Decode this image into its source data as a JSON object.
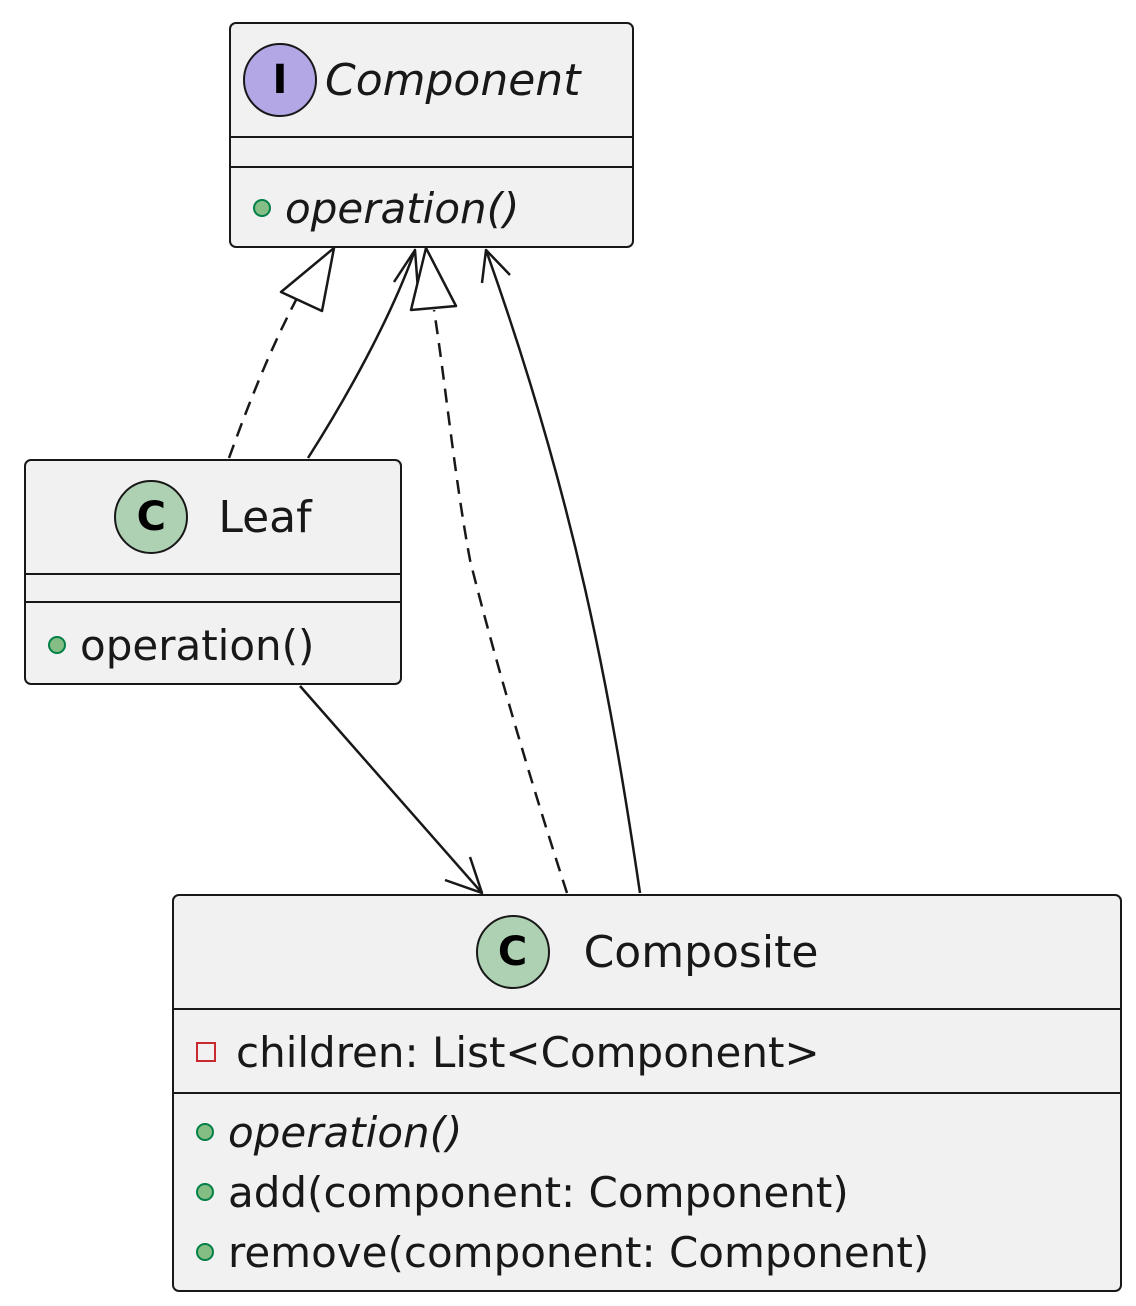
{
  "diagram": {
    "type": "uml-class-diagram",
    "classes": {
      "component": {
        "stereotype_letter": "I",
        "kind": "interface",
        "name": "Component",
        "fields": [],
        "methods": [
          {
            "visibility": "public",
            "text": "operation()",
            "abstract": true
          }
        ]
      },
      "leaf": {
        "stereotype_letter": "C",
        "kind": "class",
        "name": "Leaf",
        "fields": [],
        "methods": [
          {
            "visibility": "public",
            "text": "operation()",
            "abstract": false
          }
        ]
      },
      "composite": {
        "stereotype_letter": "C",
        "kind": "class",
        "name": "Composite",
        "fields": [
          {
            "visibility": "private",
            "text": "children: List<Component>"
          }
        ],
        "methods": [
          {
            "visibility": "public",
            "text": "operation()",
            "abstract": true
          },
          {
            "visibility": "public",
            "text": "add(component: Component)",
            "abstract": false
          },
          {
            "visibility": "public",
            "text": "remove(component: Component)",
            "abstract": false
          }
        ]
      }
    },
    "relations": [
      {
        "from": "Leaf",
        "to": "Component",
        "type": "realization",
        "line": "dashed",
        "head": "hollow-triangle"
      },
      {
        "from": "Leaf",
        "to": "Component",
        "type": "association",
        "line": "solid",
        "head": "open-arrow"
      },
      {
        "from": "Composite",
        "to": "Component",
        "type": "realization",
        "line": "dashed",
        "head": "hollow-triangle"
      },
      {
        "from": "Composite",
        "to": "Component",
        "type": "association",
        "line": "solid",
        "head": "open-arrow"
      },
      {
        "from": "Leaf",
        "to": "Composite",
        "type": "association",
        "line": "solid",
        "head": "open-arrow"
      }
    ],
    "colors": {
      "box_fill": "#f1f1f1",
      "stroke": "#181818",
      "interface_circle": "#b4a7e5",
      "class_circle": "#add1b2",
      "public_dot": "#84be84",
      "private_square": "#c82930"
    }
  }
}
